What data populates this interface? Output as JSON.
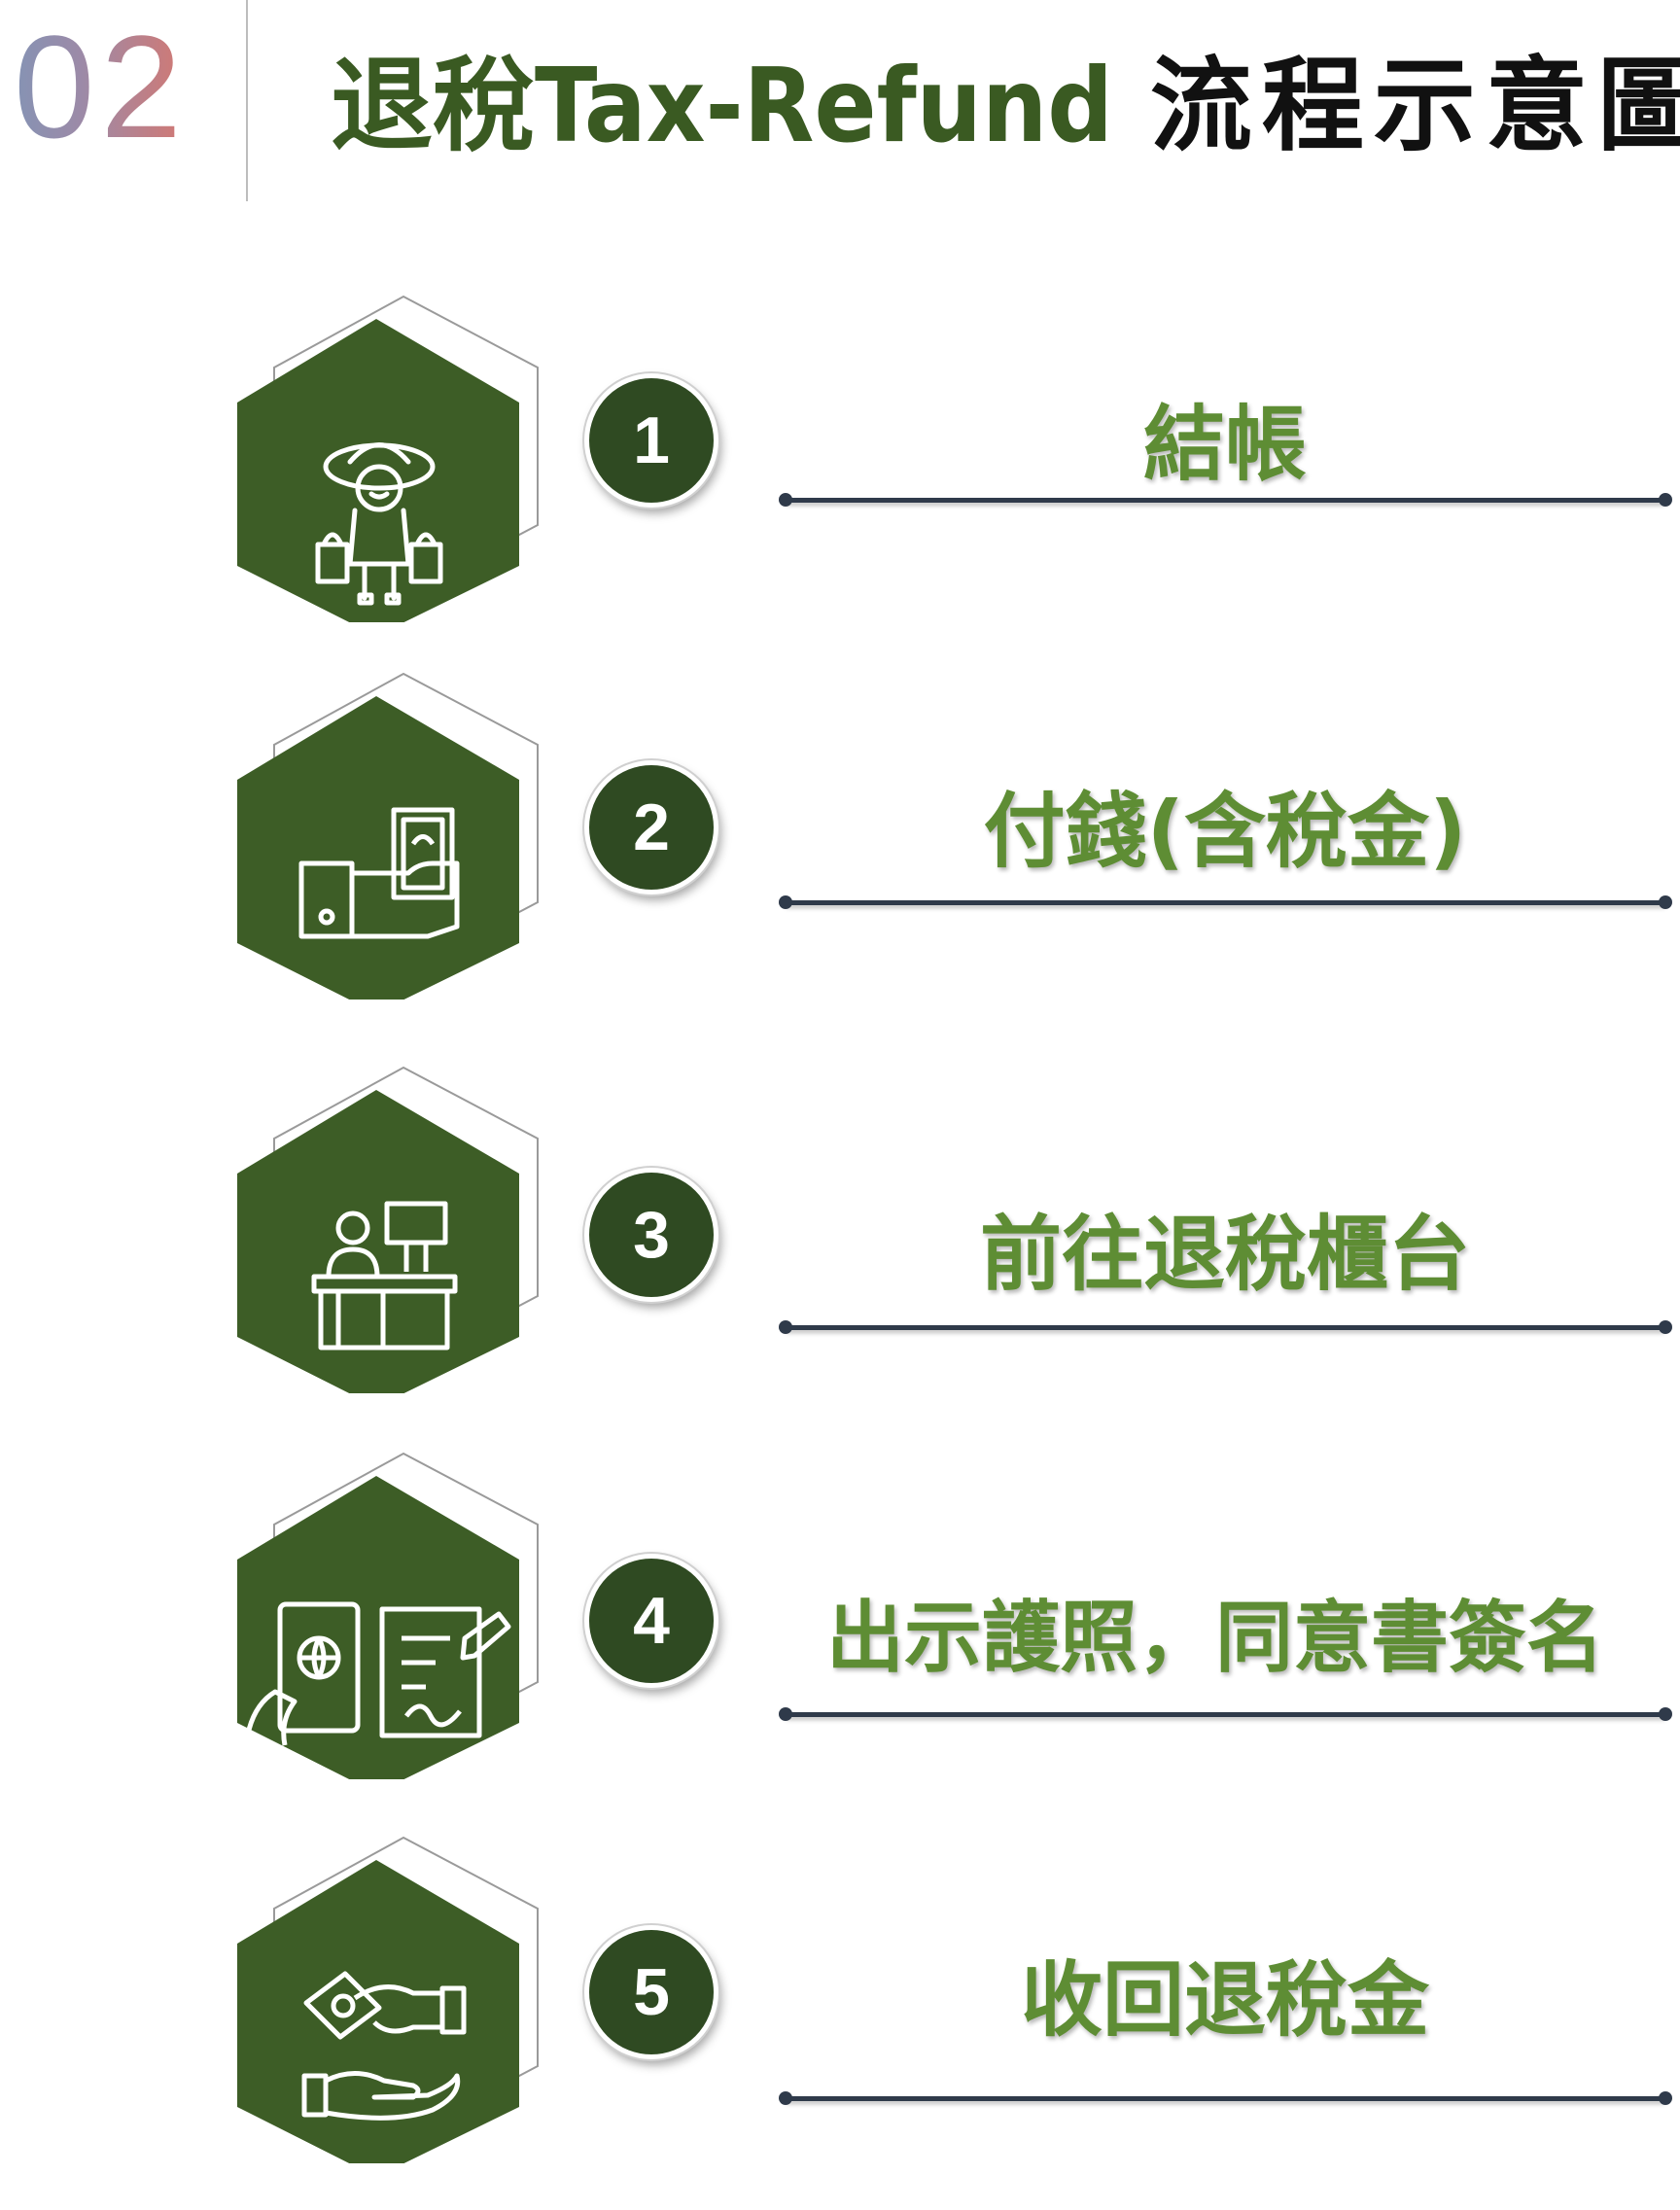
{
  "header": {
    "number": "02",
    "title_green": "退稅Tax-Refund",
    "title_black": "流程示意圖"
  },
  "steps": [
    {
      "number": "1",
      "label": "結帳",
      "icon": "shopping-woman-icon"
    },
    {
      "number": "2",
      "label": "付錢(含稅金)",
      "icon": "hand-paying-cash-icon"
    },
    {
      "number": "3",
      "label": "前往退稅櫃台",
      "icon": "service-counter-icon"
    },
    {
      "number": "4",
      "label": "出示護照，同意書簽名",
      "icon": "passport-and-sign-document-icon"
    },
    {
      "number": "5",
      "label": "收回退稅金",
      "icon": "receive-money-hands-icon"
    }
  ],
  "colors": {
    "hex_fill": "#3d5d26",
    "badge_fill": "#2f4a22",
    "label_green": "#5e8d34",
    "title_green": "#3a5a22",
    "line": "#2f3a4a"
  }
}
